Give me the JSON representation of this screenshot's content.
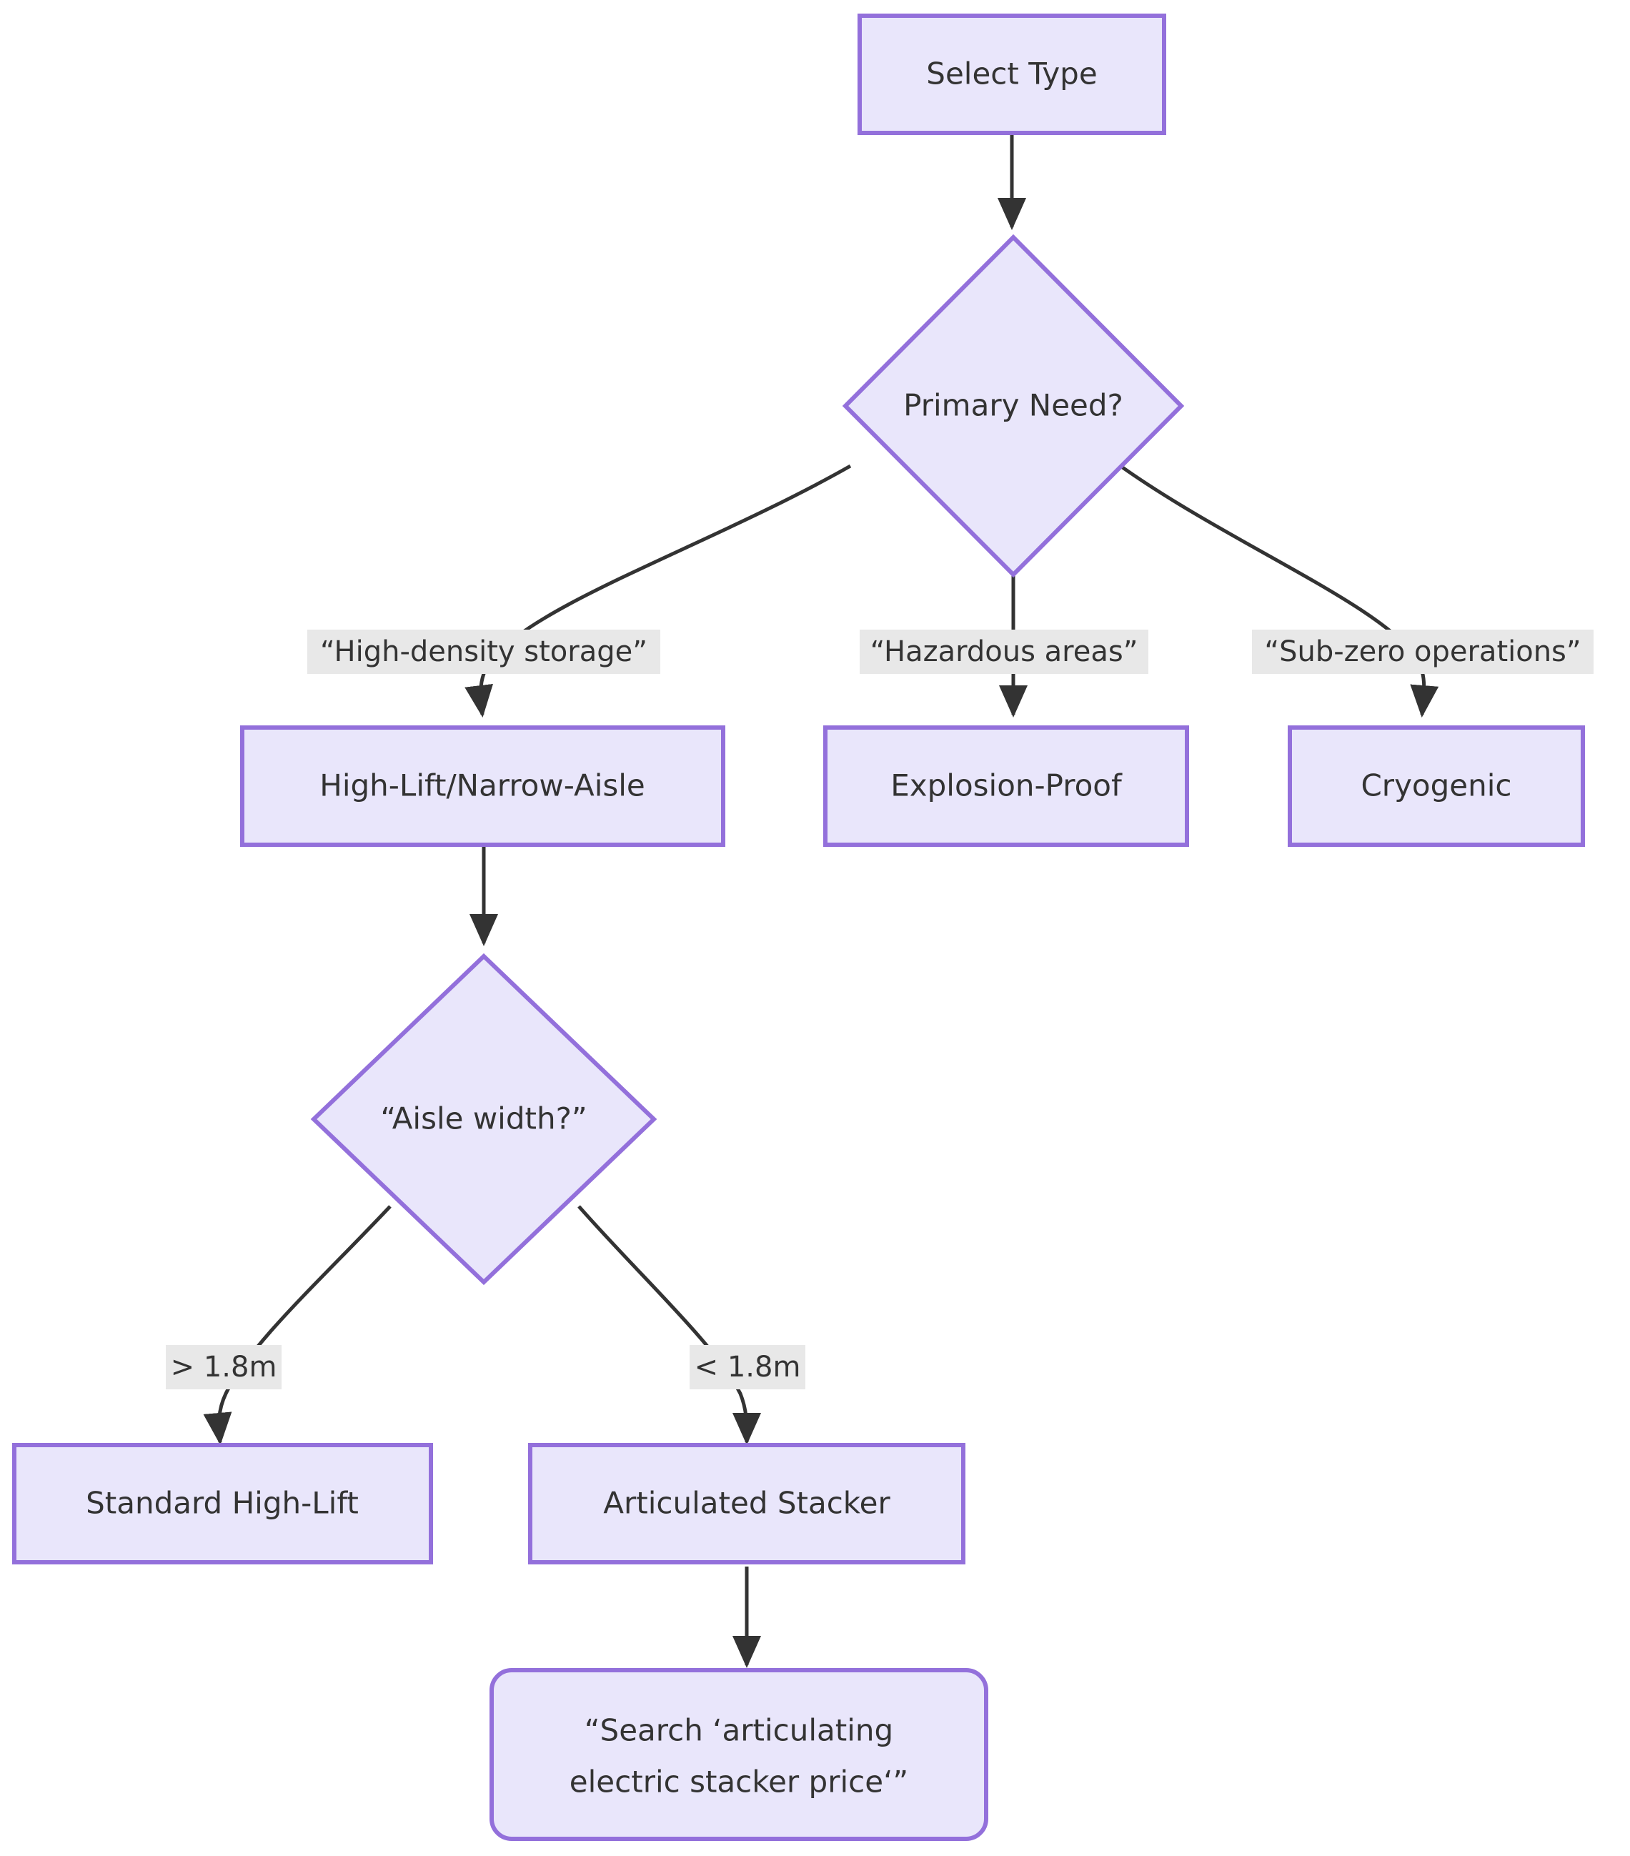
{
  "diagram": {
    "type": "flowchart",
    "orientation": "top-down",
    "theme": {
      "node_fill": "#e9e6fb",
      "node_border": "#9370db",
      "edge_color": "#333333",
      "text_color": "#333333",
      "edge_label_bg": "#e8e8e8",
      "background": "#ffffff"
    },
    "nodes": [
      {
        "id": "select_type",
        "shape": "rect",
        "label": "Select Type"
      },
      {
        "id": "primary_need",
        "shape": "diamond",
        "label": "Primary Need?"
      },
      {
        "id": "high_lift",
        "shape": "rect",
        "label": "High-Lift/Narrow-Aisle"
      },
      {
        "id": "explosion",
        "shape": "rect",
        "label": "Explosion-Proof"
      },
      {
        "id": "cryogenic",
        "shape": "rect",
        "label": "Cryogenic"
      },
      {
        "id": "aisle_width",
        "shape": "diamond",
        "label": "“Aisle width?”"
      },
      {
        "id": "standard",
        "shape": "rect",
        "label": "Standard High-Lift"
      },
      {
        "id": "articulated",
        "shape": "rect",
        "label": "Articulated Stacker"
      },
      {
        "id": "search_line1",
        "shape": "round-rect",
        "label": "“Search ‘articulating"
      },
      {
        "id": "search_line2",
        "shape": "round-rect",
        "label": "electric stacker price‘”"
      }
    ],
    "edges": [
      {
        "from": "select_type",
        "to": "primary_need",
        "label": ""
      },
      {
        "from": "primary_need",
        "to": "high_lift",
        "label": "“High-density storage”"
      },
      {
        "from": "primary_need",
        "to": "explosion",
        "label": "“Hazardous areas”"
      },
      {
        "from": "primary_need",
        "to": "cryogenic",
        "label": "“Sub-zero operations”"
      },
      {
        "from": "high_lift",
        "to": "aisle_width",
        "label": ""
      },
      {
        "from": "aisle_width",
        "to": "standard",
        "label": "> 1.8m"
      },
      {
        "from": "aisle_width",
        "to": "articulated",
        "label": "< 1.8m"
      },
      {
        "from": "articulated",
        "to": "search",
        "label": ""
      }
    ]
  }
}
